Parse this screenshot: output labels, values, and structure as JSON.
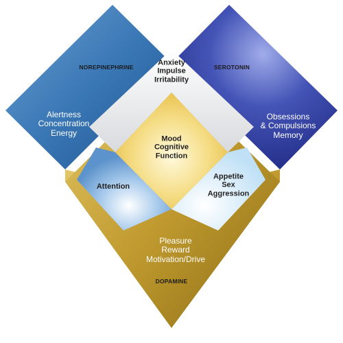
{
  "diagram": {
    "neurotransmitters": {
      "norepinephrine": {
        "title": "NOREPINEPHRINE",
        "effects": [
          "Alertness",
          "Concentration",
          "Energy"
        ],
        "color": "#2f67a6"
      },
      "serotonin": {
        "title": "SEROTONIN",
        "effects": [
          "Obsessions",
          "& Compulsions",
          "Memory"
        ],
        "color": "#262f8e"
      },
      "dopamine": {
        "title": "DOPAMINE",
        "effects": [
          "Pleasure",
          "Reward",
          "Motivation/Drive"
        ],
        "color": "#b89327"
      }
    },
    "overlaps": {
      "norepinephrine_serotonin": [
        "Anxiety",
        "Impulse",
        "Irritability"
      ],
      "center": [
        "Mood",
        "Cognitive",
        "Function"
      ],
      "norepinephrine_dopamine": [
        "Attention"
      ],
      "serotonin_dopamine": [
        "Appetite",
        "Sex",
        "Aggression"
      ]
    }
  }
}
